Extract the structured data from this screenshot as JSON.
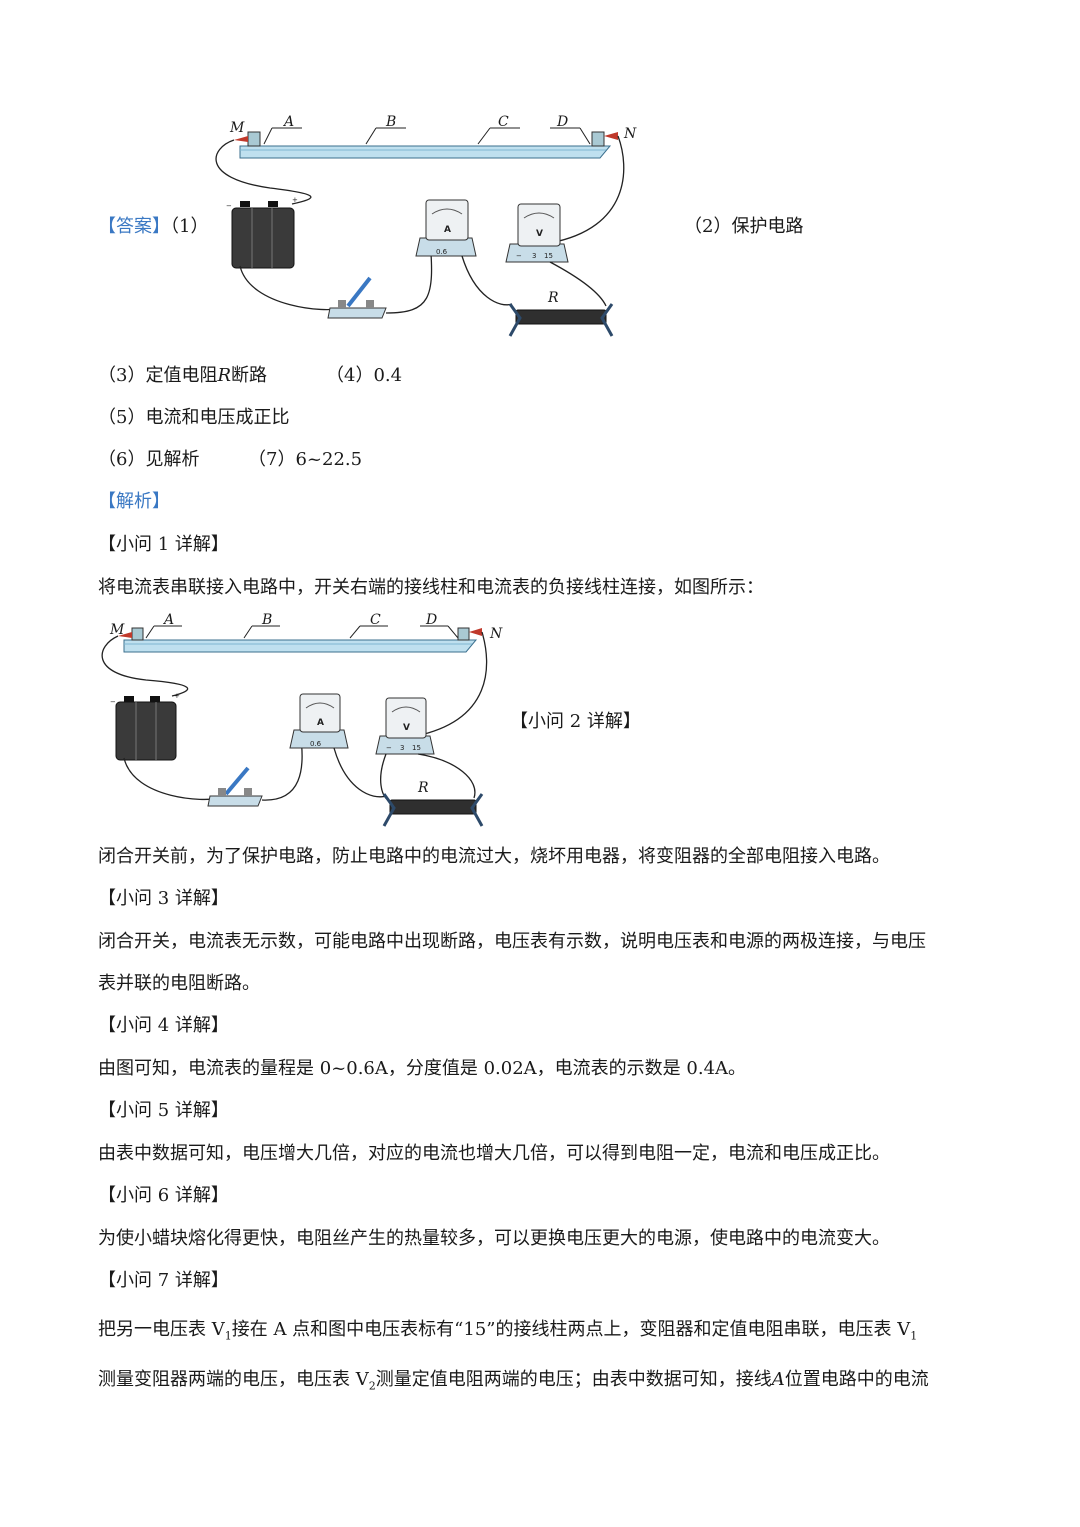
{
  "figure_labels": {
    "M": "M",
    "A": "A",
    "B": "B",
    "C": "C",
    "D": "D",
    "N": "N",
    "R": "R",
    "ammeter": "A",
    "voltmeter": "V",
    "ammeter_range": "0.6",
    "volt_range_minus": "−",
    "volt_range_3": "3",
    "volt_range_15": "15"
  },
  "answer": {
    "tag": "【答案】",
    "q1": "（1）",
    "q2": "（2）保护电路",
    "q3_prefix": "（3）定值电阻",
    "q3_var": "R",
    "q3_suffix": "断路",
    "q4": "（4）0.4",
    "q5": "（5）电流和电压成正比",
    "q6": "（6）见解析",
    "q7": "（7）6~22.5"
  },
  "analysis": {
    "tag": "【解析】",
    "s1_title": "【小问 1 详解】",
    "s1_text": "将电流表串联接入电路中，开关右端的接线柱和电流表的负接线柱连接，如图所示：",
    "s2_title": "【小问 2 详解】",
    "s2_text": "闭合开关前，为了保护电路，防止电路中的电流过大，烧坏用电器，将变阻器的全部电阻接入电路。",
    "s3_title": "【小问 3 详解】",
    "s3_text_1": "闭合开关，电流表无示数，可能电路中出现断路，电压表有示数，说明电压表和电源的两极连接，与电压",
    "s3_text_2": "表并联的电阻断路。",
    "s4_title": "【小问 4 详解】",
    "s4_text": "由图可知，电流表的量程是 0~0.6A，分度值是 0.02A，电流表的示数是 0.4A。",
    "s5_title": "【小问 5 详解】",
    "s5_text": "由表中数据可知，电压增大几倍，对应的电流也增大几倍，可以得到电阻一定，电流和电压成正比。",
    "s6_title": "【小问 6 详解】",
    "s6_text": "为使小蜡块熔化得更快，电阻丝产生的热量较多，可以更换电压更大的电源，使电路中的电流变大。",
    "s7_title": "【小问 7 详解】",
    "s7_l1_a": "把另一电压表 V",
    "s7_l1_sub1": "1",
    "s7_l1_b": "接在 A 点和图中电压表标有“15”的接线柱两点上，变阻器和定值电阻串联，电压表 V",
    "s7_l1_sub2": "1",
    "s7_l2_a": "测量变阻器两端的电压，电压表 V",
    "s7_l2_sub": "2",
    "s7_l2_b": "测量定值电阻两端的电压；由表中数据可知，接线",
    "s7_l2_var": "A",
    "s7_l2_c": "位置电路中的电流"
  }
}
